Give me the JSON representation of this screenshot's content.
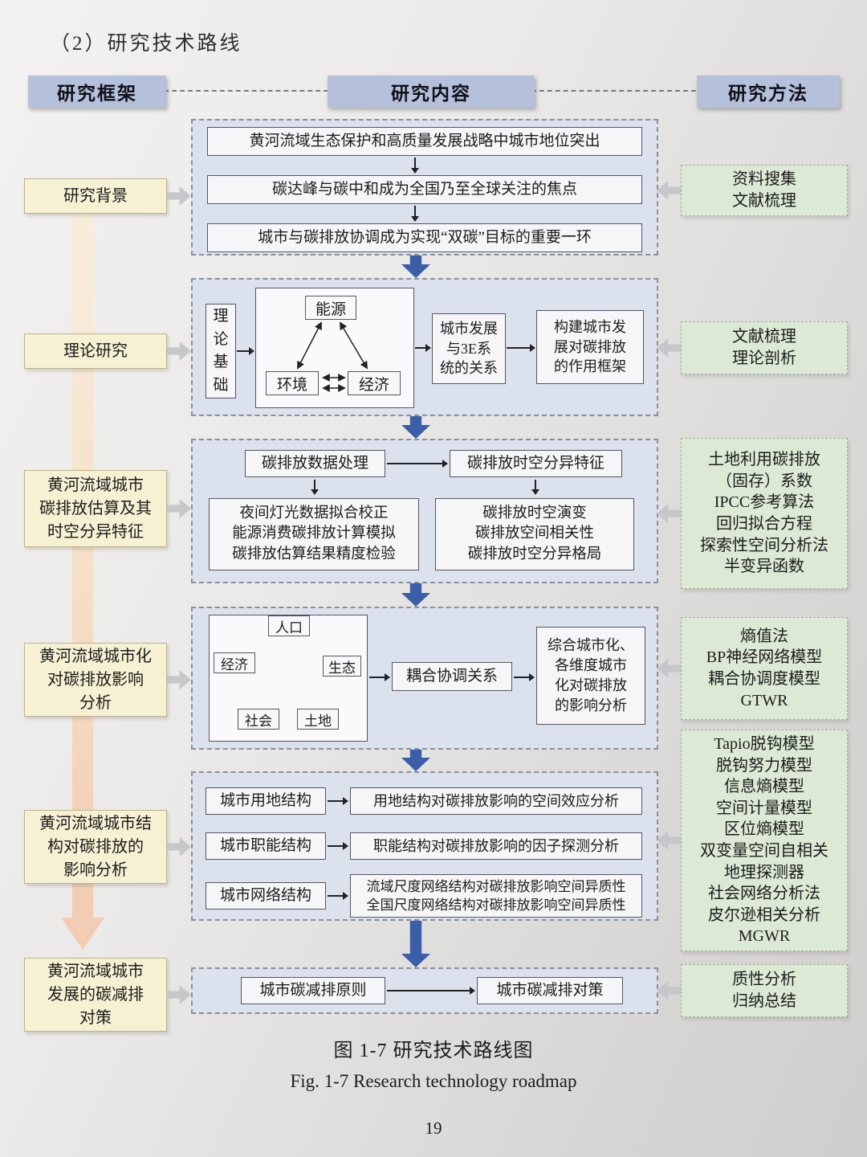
{
  "page": {
    "heading": "（2）研究技术路线",
    "caption_zh": "图 1-7 研究技术路线图",
    "caption_en": "Fig. 1-7 Research technology roadmap",
    "page_number": "19"
  },
  "columns": {
    "framework": "研究框架",
    "content": "研究内容",
    "methods": "研究方法"
  },
  "framework": {
    "background": "研究背景",
    "theory": "理论研究",
    "estimation": "黄河流域城市\n碳排放估算及其\n时空分异特征",
    "urbanization": "黄河流域城市化\n对碳排放影响\n分析",
    "structure": "黄河流域城市结\n构对碳排放的\n影响分析",
    "countermeasure": "黄河流域城市\n发展的碳减排\n对策"
  },
  "content": {
    "background": {
      "step1": "黄河流域生态保护和高质量发展战略中城市地位突出",
      "step2": "碳达峰与碳中和成为全国乃至全球关注的焦点",
      "step3": "城市与碳排放协调成为实现“双碳”目标的重要一环"
    },
    "theory": {
      "base": "理论基础",
      "energy": "能源",
      "environment": "环境",
      "economy": "经济",
      "relation": "城市发展\n与3E系\n统的关系",
      "framework_box": "构建城市发\n展对碳排放\n的作用框架"
    },
    "estimation": {
      "process": "碳排放数据处理",
      "feature": "碳排放时空分异特征",
      "process_detail": "夜间灯光数据拟合校正\n能源消费碳排放计算模拟\n碳排放估算结果精度检验",
      "feature_detail": "碳排放时空演变\n碳排放空间相关性\n碳排放时空分异格局"
    },
    "urbanization": {
      "population": "人口",
      "economy": "经济",
      "ecology": "生态",
      "society": "社会",
      "land": "土地",
      "coupling": "耦合协调关系",
      "analysis": "综合城市化、\n各维度城市\n化对碳排放\n的影响分析"
    },
    "structure": {
      "land": "城市用地结构",
      "land_desc": "用地结构对碳排放影响的空间效应分析",
      "function": "城市职能结构",
      "function_desc": "职能结构对碳排放影响的因子探测分析",
      "network": "城市网络结构",
      "network_desc": "流域尺度网络结构对碳排放影响空间异质性\n全国尺度网络结构对碳排放影响空间异质性"
    },
    "countermeasure": {
      "principle": "城市碳减排原则",
      "strategy": "城市碳减排对策"
    }
  },
  "methods": {
    "background": "资料搜集\n文献梳理",
    "theory": "文献梳理\n理论剖析",
    "estimation": "土地利用碳排放\n（固存）系数\nIPCC参考算法\n回归拟合方程\n探索性空间分析法\n半变异函数",
    "urbanization": "熵值法\nBP神经网络模型\n耦合协调度模型\nGTWR",
    "structure": "Tapio脱钩模型\n脱钩努力模型\n信息熵模型\n空间计量模型\n区位熵模型\n双变量空间自相关\n地理探测器\n社会网络分析法\n皮尔逊相关分析\nMGWR",
    "countermeasure": "质性分析\n归纳总结"
  }
}
